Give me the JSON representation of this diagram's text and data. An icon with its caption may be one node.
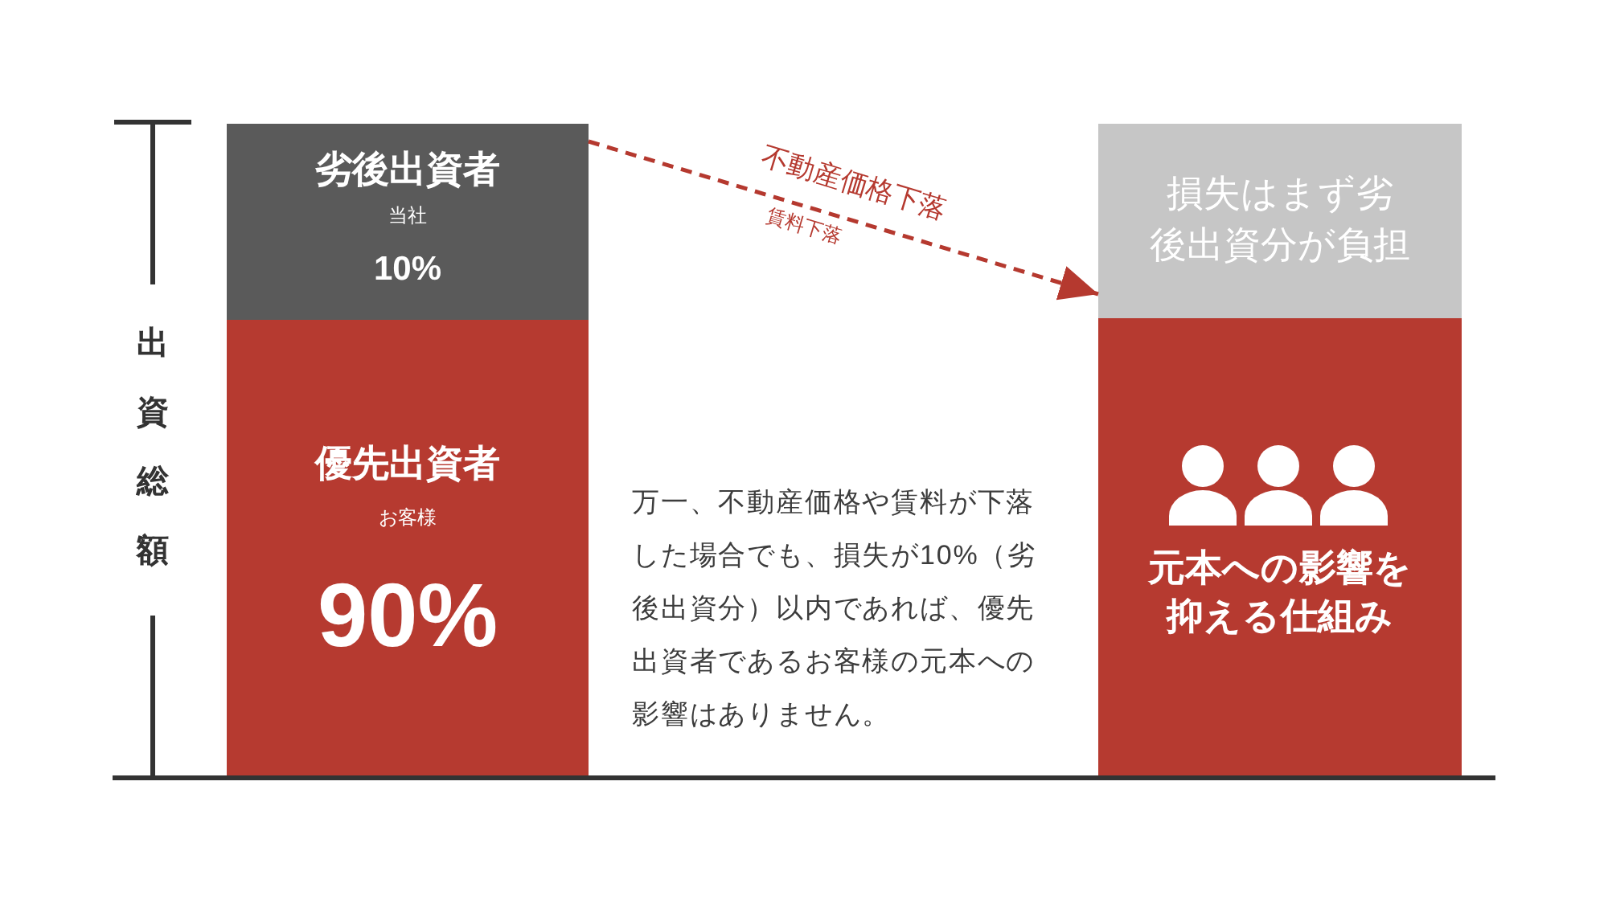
{
  "diagram": {
    "nodes": [
      {
        "text": [
          "劣後出資者",
          "当社",
          "10%"
        ]
      },
      {
        "text": [
          "優先出資者",
          "お客様",
          "90%"
        ]
      },
      {
        "text": [
          "損失はまず劣後出資分が負担"
        ]
      },
      {
        "text": [
          "元本への影響を抑える仕組み"
        ]
      }
    ],
    "edges": [
      {
        "from": 0,
        "to": 2,
        "arrow": "to",
        "label": "不動産価格下落",
        "style": "dashed",
        "color": "#b5392f"
      }
    ],
    "labels": [
      "賃料下落",
      "出資総額",
      "万一、不動産価格や賃料が下落した場合でも、損失が10%（劣後出資分）以内であれば、優先出資者であるお客様の元本への影響はありません。"
    ]
  }
}
